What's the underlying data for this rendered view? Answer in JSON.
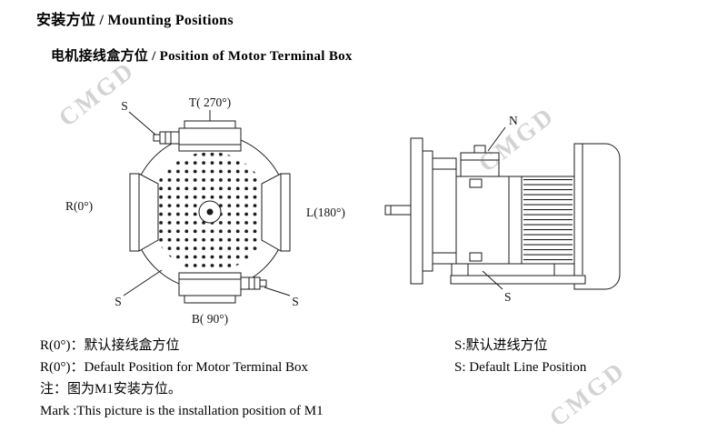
{
  "watermark_text": "CMGD",
  "header": {
    "title": "安装方位 / Mounting Positions",
    "subtitle": "电机接线盒方位 / Position of Motor Terminal Box"
  },
  "front_view": {
    "label_t": "T( 270°)",
    "label_r": "R(0°)",
    "label_l": "L(180°)",
    "label_b": "B( 90°)",
    "label_s": "S"
  },
  "side_view": {
    "label_n": "N",
    "label_s": "S"
  },
  "notes_left": {
    "line1": "R(0°)：默认接线盒方位",
    "line2": "R(0°)：Default Position for Motor Terminal Box",
    "line3": "注：图为M1安装方位。",
    "line4": "Mark :This picture is the installation position of M1"
  },
  "notes_right": {
    "line1": "S:默认进线方位",
    "line2": "S: Default Line Position"
  }
}
